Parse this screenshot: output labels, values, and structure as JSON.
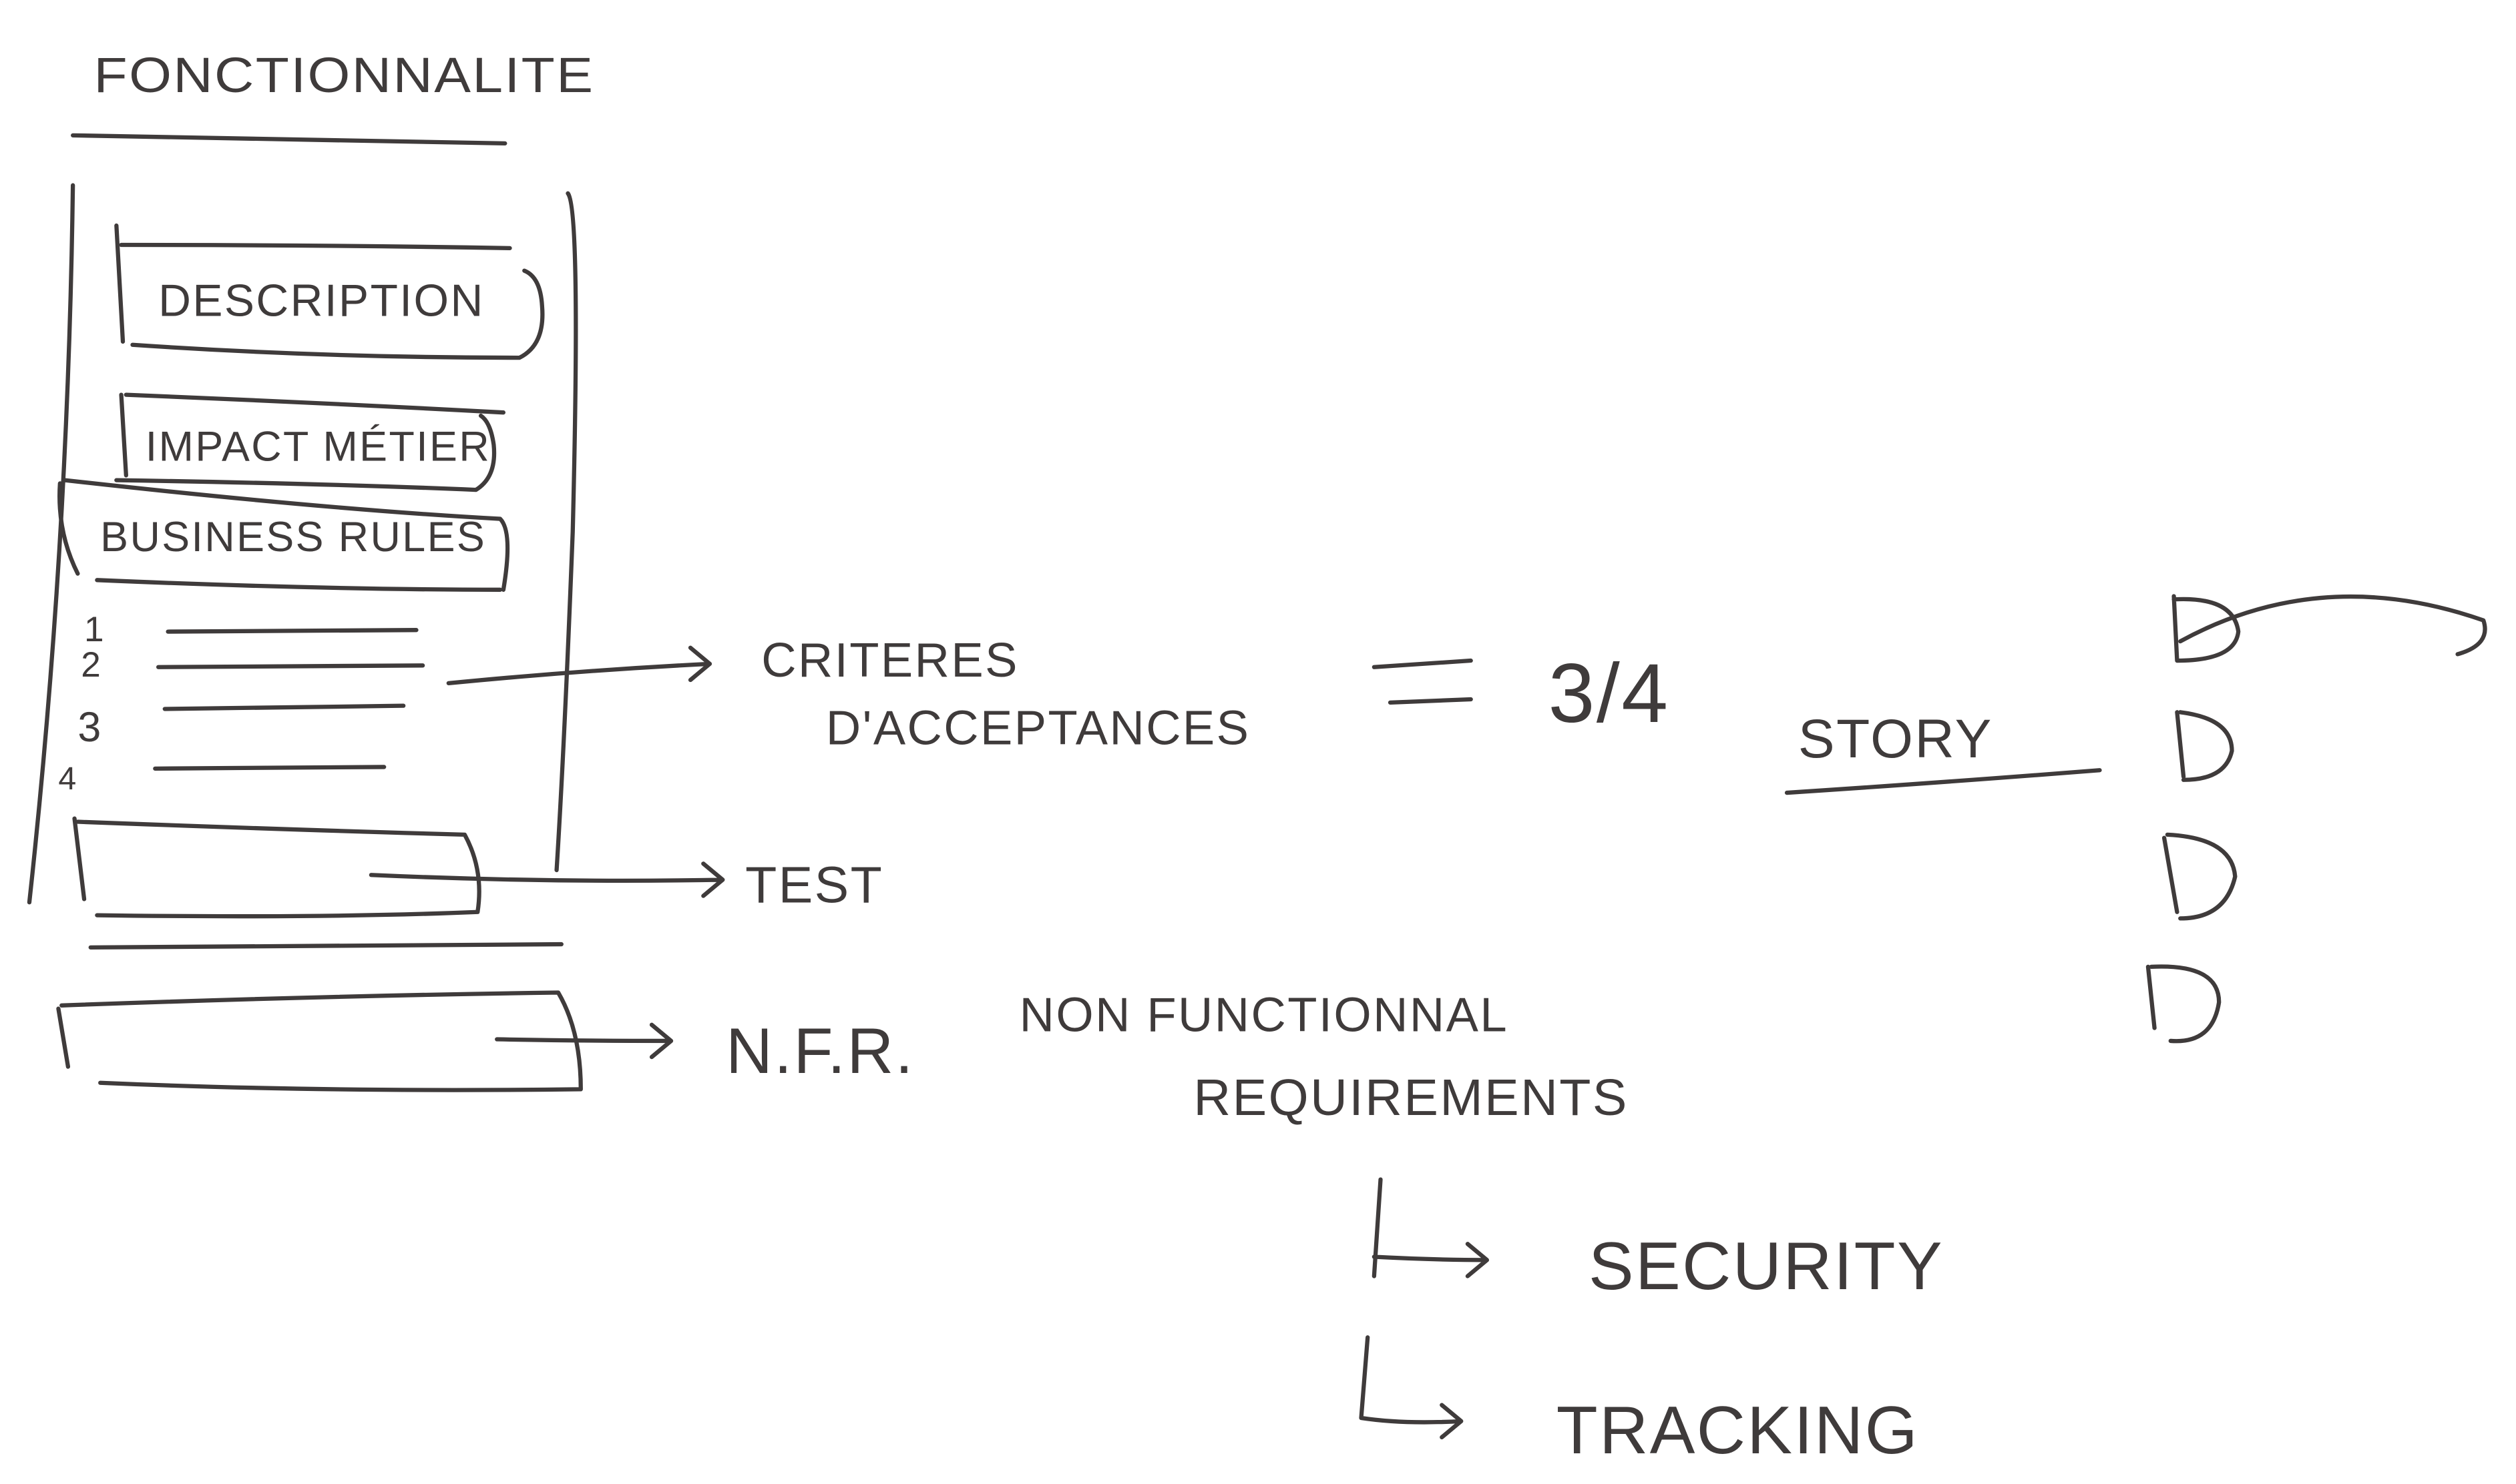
{
  "stroke_color": "#3f3b3b",
  "title": "FONCTIONNALITE",
  "sections": {
    "description": "DESCRIPTION",
    "impact": "IMPACT MÉTIER",
    "business_rules": "BUSINESS RULES"
  },
  "rule_numbers": [
    "1",
    "2",
    "3",
    "4"
  ],
  "criteria": {
    "line1": "CRITERES",
    "line2": "D'ACCEPTANCES",
    "equals": "=",
    "ratio": "3/4",
    "story": "STORY"
  },
  "test": "TEST",
  "nfr": {
    "abbr": "N.F.R.",
    "line1": "NON FUNCTIONNAL",
    "line2": "REQUIREMENTS",
    "items": [
      "SECURITY",
      "TRACKING"
    ]
  }
}
